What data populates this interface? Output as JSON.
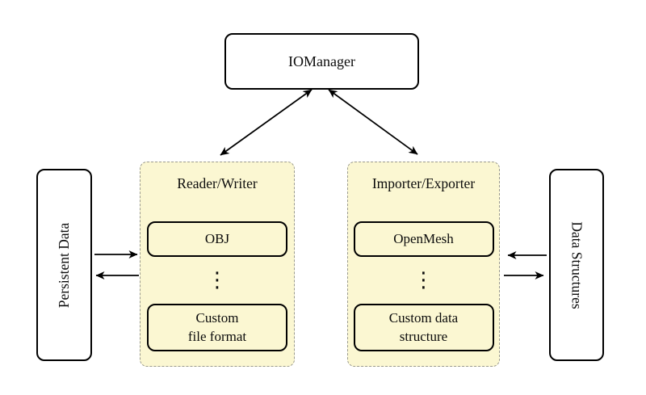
{
  "diagram": {
    "io_manager": {
      "label": "IOManager"
    },
    "persistent_data": {
      "label": "Persistent Data"
    },
    "data_structures": {
      "label": "Data Structures"
    },
    "reader_writer": {
      "title": "Reader/Writer",
      "item_top": "OBJ",
      "ellipsis": "⋮",
      "item_bottom_line1": "Custom",
      "item_bottom_line2": "file format"
    },
    "importer_exporter": {
      "title": "Importer/Exporter",
      "item_top": "OpenMesh",
      "ellipsis": "⋮",
      "item_bottom_line1": "Custom data",
      "item_bottom_line2": "structure"
    },
    "colors": {
      "panel_fill": "#FBF7D2",
      "panel_border": "#9A9A8E",
      "node_border": "#000000",
      "arrow": "#000000",
      "background": "#FFFFFF"
    }
  }
}
